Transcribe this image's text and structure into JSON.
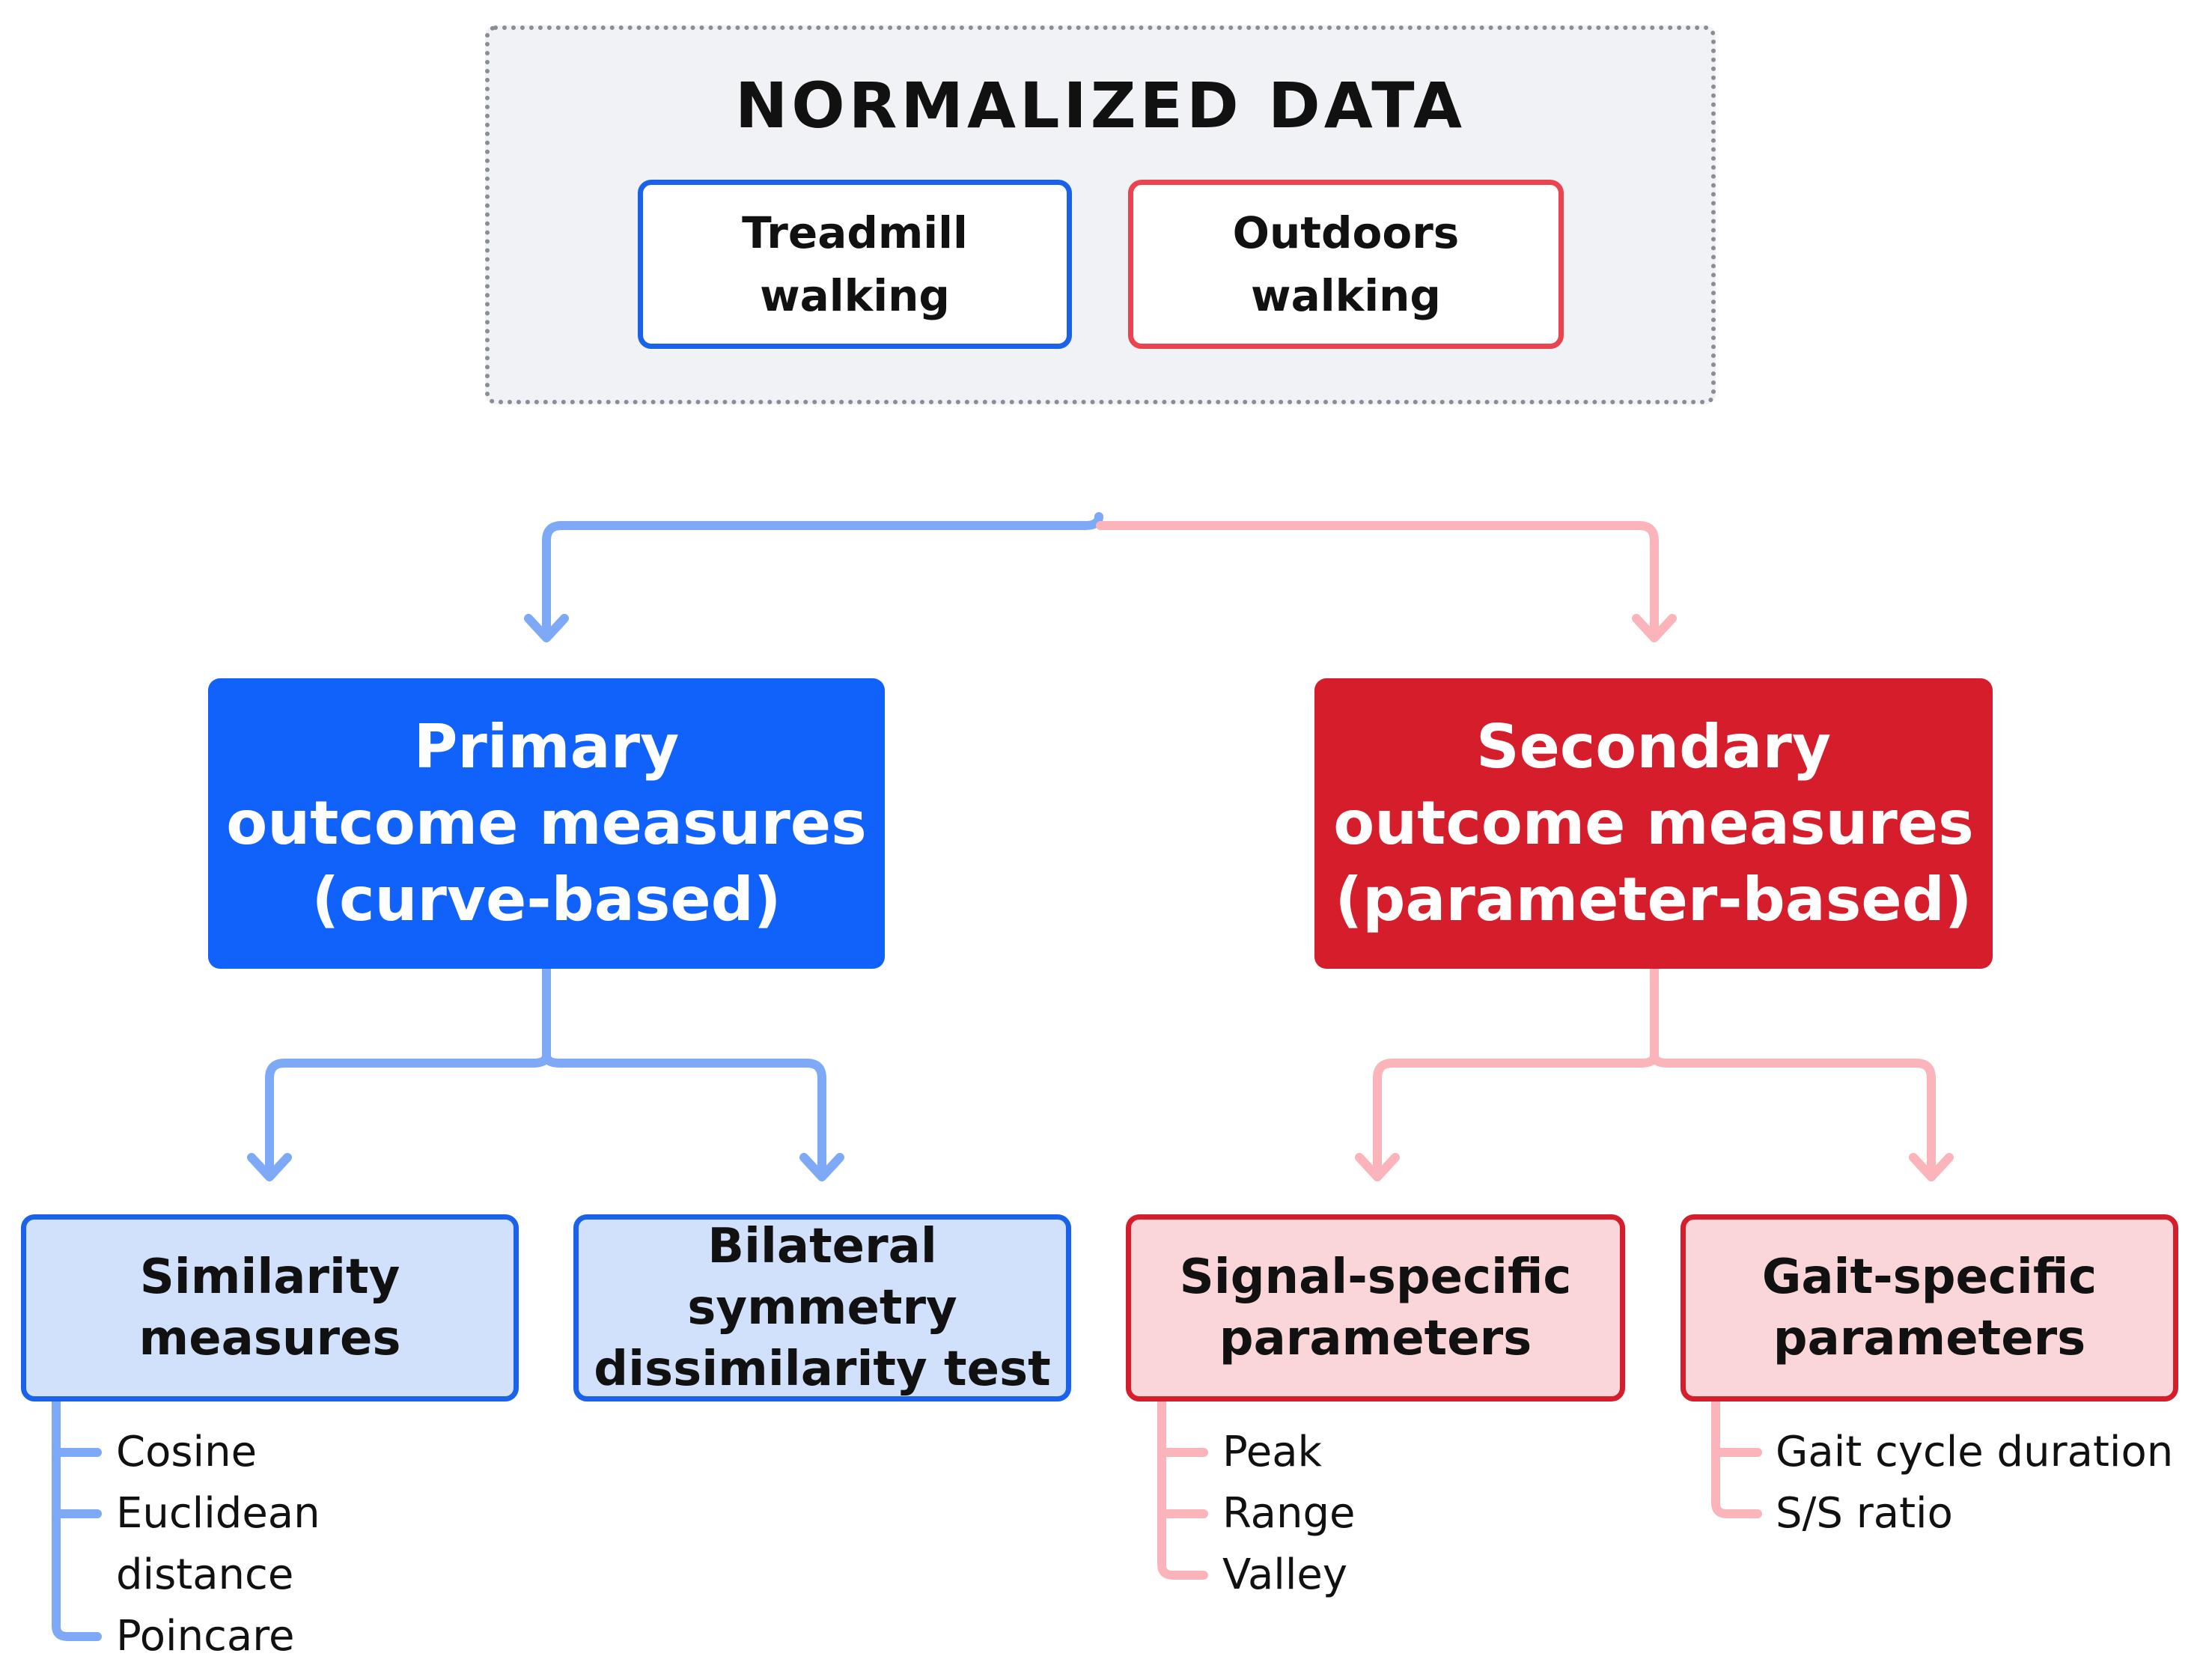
{
  "title": "NORMALIZED DATA",
  "inputs": {
    "treadmill": "Treadmill\nwalking",
    "outdoors": "Outdoors\nwalking"
  },
  "primary": {
    "label": "Primary\noutcome measures\n(curve-based)",
    "similarity": {
      "label": "Similarity\nmeasures",
      "items": [
        "Cosine",
        "Euclidean",
        "distance",
        "Poincare"
      ]
    },
    "bilateral": {
      "label": "Bilateral symmetry\ndissimilarity test"
    }
  },
  "secondary": {
    "label": "Secondary\noutcome measures\n(parameter-based)",
    "signal": {
      "label": "Signal-specific\nparameters",
      "items": [
        "Peak",
        "Range",
        "Valley"
      ]
    },
    "gait": {
      "label": "Gait-specific\nparameters",
      "items": [
        "Gait cycle duration",
        "S/S ratio"
      ]
    }
  },
  "colors": {
    "blue": "#1161fb",
    "red": "#d61d2b",
    "blue_connector": "#7ea9f7",
    "red_connector": "#fbb4ba"
  }
}
